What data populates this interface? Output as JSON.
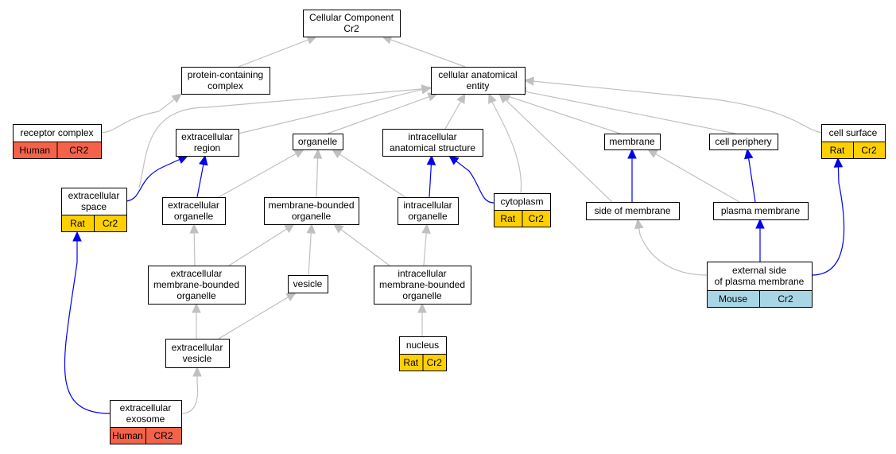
{
  "colors": {
    "grey_edge": "#c0c0c0",
    "blue_edge": "#0000ee",
    "human": "#f5624a",
    "rat": "#ffd000",
    "mouse": "#a9d6e5"
  },
  "nodes": {
    "cellular_component": {
      "lines": [
        "Cellular Component",
        "Cr2"
      ]
    },
    "protein_containing_complex": {
      "lines": [
        "protein-containing",
        "complex"
      ]
    },
    "cellular_anatomical_entity": {
      "lines": [
        "cellular anatomical",
        "entity"
      ]
    },
    "receptor_complex": {
      "lines": [
        "receptor complex"
      ],
      "tags": [
        {
          "species": "Human",
          "gene": "CR2",
          "color": "human"
        }
      ]
    },
    "extracellular_region": {
      "lines": [
        "extracellular",
        "region"
      ]
    },
    "organelle": {
      "lines": [
        "organelle"
      ]
    },
    "intracellular_anatomical_structure": {
      "lines": [
        "intracellular",
        "anatomical structure"
      ]
    },
    "membrane": {
      "lines": [
        "membrane"
      ]
    },
    "cell_periphery": {
      "lines": [
        "cell periphery"
      ]
    },
    "cell_surface": {
      "lines": [
        "cell surface"
      ],
      "tags": [
        {
          "species": "Rat",
          "gene": "Cr2",
          "color": "rat"
        }
      ]
    },
    "extracellular_space": {
      "lines": [
        "extracellular",
        "space"
      ],
      "tags": [
        {
          "species": "Rat",
          "gene": "Cr2",
          "color": "rat"
        }
      ]
    },
    "extracellular_organelle": {
      "lines": [
        "extracellular",
        "organelle"
      ]
    },
    "membrane_bounded_organelle": {
      "lines": [
        "membrane-bounded",
        "organelle"
      ]
    },
    "intracellular_organelle": {
      "lines": [
        "intracellular",
        "organelle"
      ]
    },
    "cytoplasm": {
      "lines": [
        "cytoplasm"
      ],
      "tags": [
        {
          "species": "Rat",
          "gene": "Cr2",
          "color": "rat"
        }
      ]
    },
    "side_of_membrane": {
      "lines": [
        "side of membrane"
      ]
    },
    "plasma_membrane": {
      "lines": [
        "plasma membrane"
      ]
    },
    "extracellular_membrane_bounded_organelle": {
      "lines": [
        "extracellular",
        "membrane-bounded",
        "organelle"
      ]
    },
    "vesicle": {
      "lines": [
        "vesicle"
      ]
    },
    "intracellular_membrane_bounded_organelle": {
      "lines": [
        "intracellular",
        "membrane-bounded",
        "organelle"
      ]
    },
    "external_side_of_plasma_membrane": {
      "lines": [
        "external side",
        "of plasma membrane"
      ],
      "tags": [
        {
          "species": "Mouse",
          "gene": "Cr2",
          "color": "mouse"
        }
      ]
    },
    "extracellular_vesicle": {
      "lines": [
        "extracellular",
        "vesicle"
      ]
    },
    "nucleus": {
      "lines": [
        "nucleus"
      ],
      "tags": [
        {
          "species": "Rat",
          "gene": "Cr2",
          "color": "rat"
        }
      ]
    },
    "extracellular_exosome": {
      "lines": [
        "extracellular",
        "exosome"
      ],
      "tags": [
        {
          "species": "Human",
          "gene": "CR2",
          "color": "human"
        }
      ]
    }
  },
  "edges": [
    {
      "from": "protein_containing_complex",
      "to": "cellular_component",
      "kind": "is_a"
    },
    {
      "from": "cellular_anatomical_entity",
      "to": "cellular_component",
      "kind": "is_a"
    },
    {
      "from": "receptor_complex",
      "to": "protein_containing_complex",
      "kind": "is_a"
    },
    {
      "from": "extracellular_region",
      "to": "cellular_anatomical_entity",
      "kind": "is_a"
    },
    {
      "from": "organelle",
      "to": "cellular_anatomical_entity",
      "kind": "is_a"
    },
    {
      "from": "intracellular_anatomical_structure",
      "to": "cellular_anatomical_entity",
      "kind": "is_a"
    },
    {
      "from": "membrane",
      "to": "cellular_anatomical_entity",
      "kind": "is_a"
    },
    {
      "from": "cell_periphery",
      "to": "cellular_anatomical_entity",
      "kind": "is_a"
    },
    {
      "from": "cell_surface",
      "to": "cellular_anatomical_entity",
      "kind": "is_a"
    },
    {
      "from": "extracellular_space",
      "to": "cellular_anatomical_entity",
      "kind": "is_a"
    },
    {
      "from": "cytoplasm",
      "to": "cellular_anatomical_entity",
      "kind": "is_a"
    },
    {
      "from": "side_of_membrane",
      "to": "cellular_anatomical_entity",
      "kind": "is_a"
    },
    {
      "from": "extracellular_space",
      "to": "extracellular_region",
      "kind": "part_of"
    },
    {
      "from": "extracellular_organelle",
      "to": "extracellular_region",
      "kind": "part_of"
    },
    {
      "from": "extracellular_organelle",
      "to": "organelle",
      "kind": "is_a"
    },
    {
      "from": "membrane_bounded_organelle",
      "to": "organelle",
      "kind": "is_a"
    },
    {
      "from": "intracellular_organelle",
      "to": "organelle",
      "kind": "is_a"
    },
    {
      "from": "intracellular_organelle",
      "to": "intracellular_anatomical_structure",
      "kind": "part_of"
    },
    {
      "from": "cytoplasm",
      "to": "intracellular_anatomical_structure",
      "kind": "part_of"
    },
    {
      "from": "side_of_membrane",
      "to": "membrane",
      "kind": "part_of"
    },
    {
      "from": "plasma_membrane",
      "to": "membrane",
      "kind": "is_a"
    },
    {
      "from": "plasma_membrane",
      "to": "cell_periphery",
      "kind": "part_of"
    },
    {
      "from": "extracellular_membrane_bounded_organelle",
      "to": "extracellular_organelle",
      "kind": "is_a"
    },
    {
      "from": "extracellular_membrane_bounded_organelle",
      "to": "membrane_bounded_organelle",
      "kind": "is_a"
    },
    {
      "from": "vesicle",
      "to": "membrane_bounded_organelle",
      "kind": "is_a"
    },
    {
      "from": "intracellular_membrane_bounded_organelle",
      "to": "membrane_bounded_organelle",
      "kind": "is_a"
    },
    {
      "from": "intracellular_membrane_bounded_organelle",
      "to": "intracellular_organelle",
      "kind": "is_a"
    },
    {
      "from": "external_side_of_plasma_membrane",
      "to": "side_of_membrane",
      "kind": "is_a"
    },
    {
      "from": "external_side_of_plasma_membrane",
      "to": "plasma_membrane",
      "kind": "part_of"
    },
    {
      "from": "external_side_of_plasma_membrane",
      "to": "cell_surface",
      "kind": "part_of"
    },
    {
      "from": "extracellular_vesicle",
      "to": "extracellular_membrane_bounded_organelle",
      "kind": "is_a"
    },
    {
      "from": "extracellular_vesicle",
      "to": "vesicle",
      "kind": "is_a"
    },
    {
      "from": "nucleus",
      "to": "intracellular_membrane_bounded_organelle",
      "kind": "is_a"
    },
    {
      "from": "extracellular_exosome",
      "to": "extracellular_vesicle",
      "kind": "is_a"
    },
    {
      "from": "extracellular_exosome",
      "to": "extracellular_space",
      "kind": "part_of"
    }
  ]
}
